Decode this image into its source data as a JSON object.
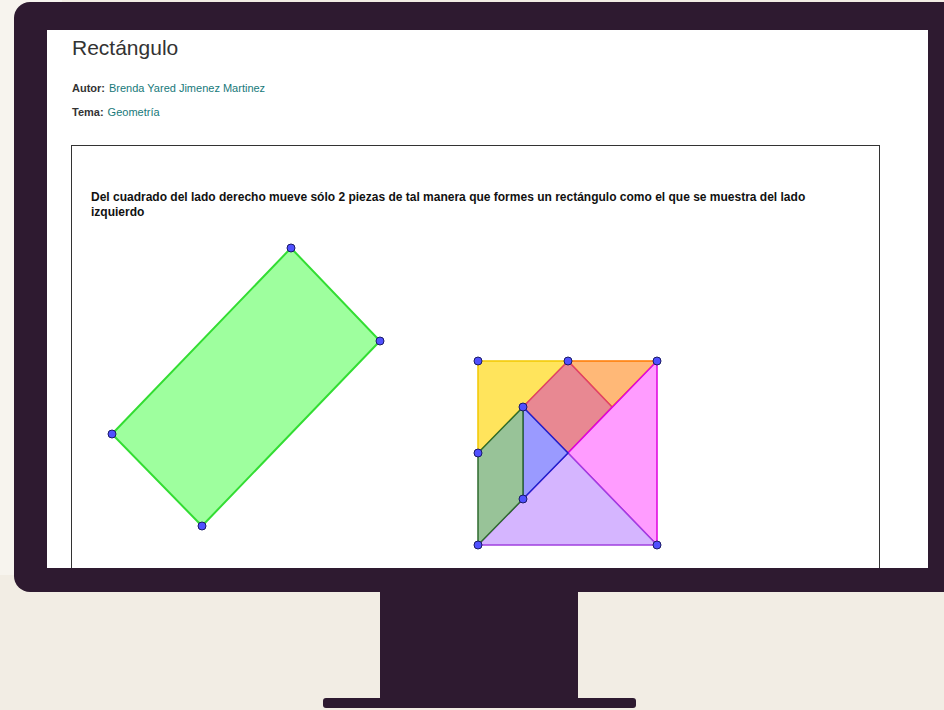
{
  "diagram": {
    "title": "Rectángulo",
    "nodes": [
      {
        "text": [
          "Del cuadrado del lado derecho mueve sólo 2 piezas de tal manera que formes un rectángulo como el que se muestra del lado izquierdo"
        ]
      }
    ],
    "labels": [
      "Autor:",
      "Brenda Yared Jimenez Martinez",
      "Tema:",
      "Geometría"
    ]
  }
}
